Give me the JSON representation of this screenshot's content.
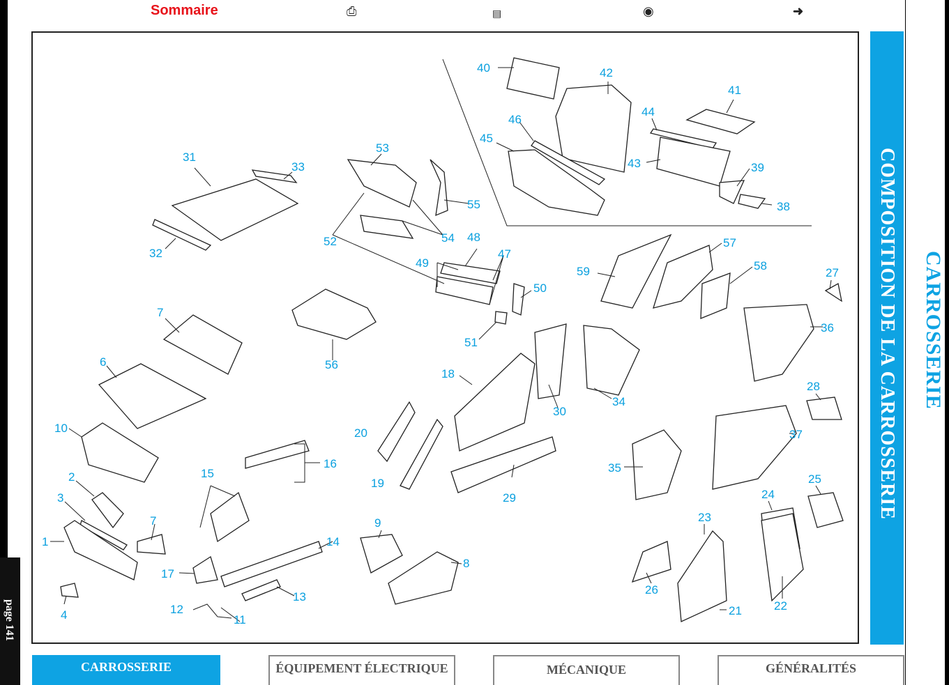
{
  "nav": {
    "sommaire": "Sommaire",
    "icons": [
      "print-icon",
      "preview-icon",
      "search-icon",
      "next-arrow-icon"
    ]
  },
  "side": {
    "section_band": "COMPOSITION DE LA CARROSSERIE",
    "section_title": "CARROSSERIE",
    "page_label": "page 141"
  },
  "tabs": [
    {
      "label": "CARROSSERIE",
      "active": true
    },
    {
      "label": "ÉQUIPEMENT ÉLECTRIQUE",
      "active": false
    },
    {
      "label": "MÉCANIQUE",
      "active": false
    },
    {
      "label": "GÉNÉRALITÉS",
      "active": false
    }
  ],
  "colors": {
    "accent": "#0ea3e3",
    "sommaire": "#e8131b",
    "label": "#0aa0df"
  },
  "part_numbers": [
    "1",
    "2",
    "3",
    "4",
    "6",
    "7",
    "8",
    "9",
    "10",
    "11",
    "12",
    "13",
    "14",
    "15",
    "16",
    "17",
    "18",
    "19",
    "20",
    "21",
    "22",
    "23",
    "24",
    "25",
    "26",
    "27",
    "28",
    "29",
    "30",
    "31",
    "32",
    "33",
    "34",
    "35",
    "36",
    "37",
    "38",
    "39",
    "40",
    "41",
    "42",
    "43",
    "44",
    "45",
    "46",
    "47",
    "48",
    "49",
    "50",
    "51",
    "52",
    "53",
    "54",
    "55",
    "56",
    "57",
    "58",
    "59"
  ]
}
